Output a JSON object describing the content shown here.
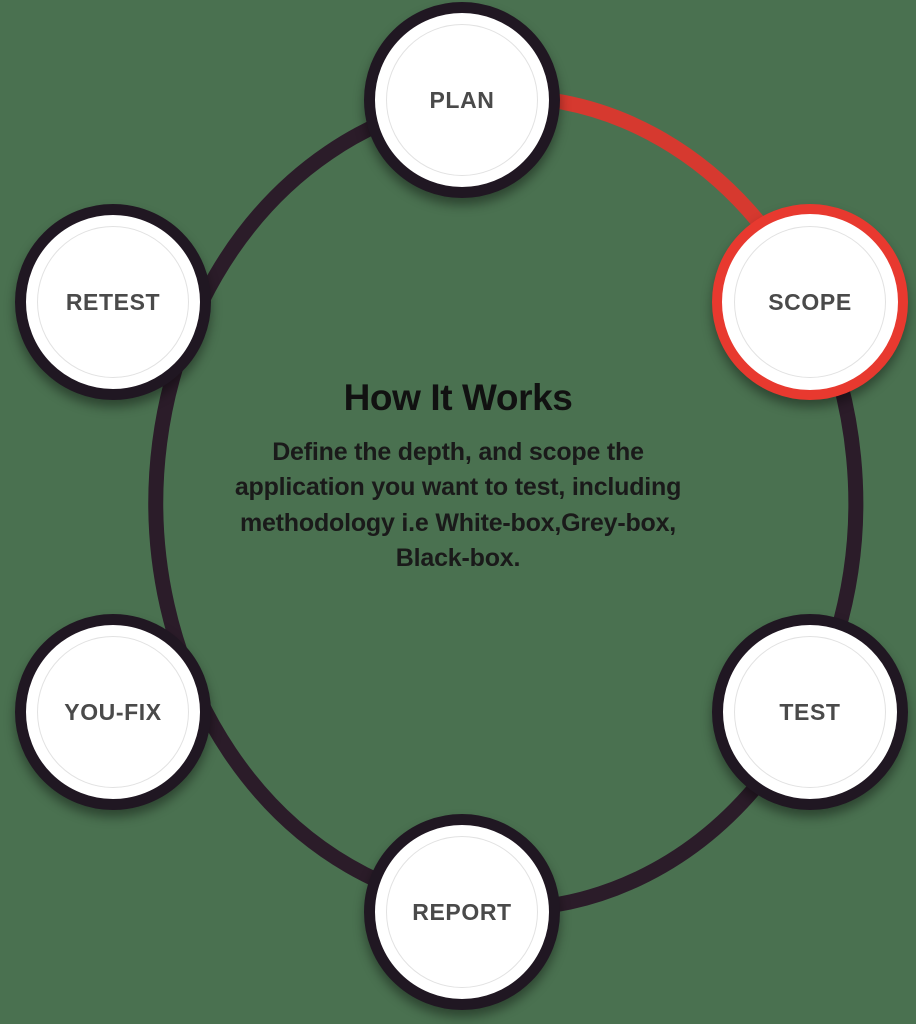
{
  "diagram": {
    "type": "cycle",
    "title": "How It Works",
    "body_lines": [
      "Define the depth, and scope the",
      "application you want to test, including",
      "methodology i.e White-box,Grey-box,",
      "Black-box."
    ],
    "background_color": "#4a7150",
    "ring_color": "#2b1c29",
    "active_segment_color": "#d6392f",
    "active_node_color": "#e8392f",
    "node_label_color": "#4a4a4a",
    "nodes": [
      {
        "id": "plan",
        "label": "PLAN",
        "state": "default",
        "position": "top"
      },
      {
        "id": "scope",
        "label": "SCOPE",
        "state": "active",
        "position": "upper-right"
      },
      {
        "id": "test",
        "label": "TEST",
        "state": "default",
        "position": "lower-right"
      },
      {
        "id": "report",
        "label": "REPORT",
        "state": "default",
        "position": "bottom"
      },
      {
        "id": "youfix",
        "label": "YOU-FIX",
        "state": "default",
        "position": "lower-left"
      },
      {
        "id": "retest",
        "label": "RETEST",
        "state": "default",
        "position": "upper-left"
      }
    ]
  }
}
